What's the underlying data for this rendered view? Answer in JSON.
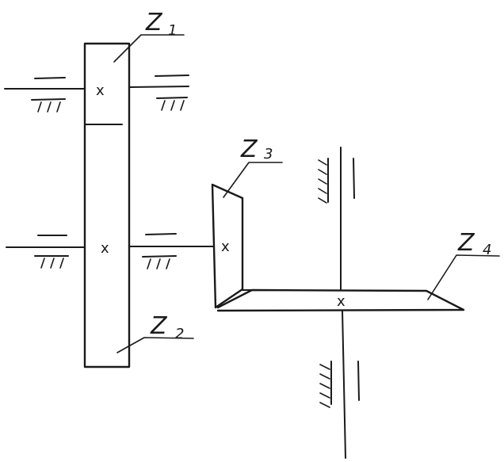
{
  "labels": {
    "z1": {
      "main": "Z",
      "sub": "1"
    },
    "z2": {
      "main": "Z",
      "sub": "2"
    },
    "z3": {
      "main": "Z",
      "sub": "3"
    },
    "z4": {
      "main": "Z",
      "sub": "4"
    }
  },
  "center_mark": "x",
  "colors": {
    "ink": "#1a1a1a",
    "paper": "#ffffff"
  }
}
